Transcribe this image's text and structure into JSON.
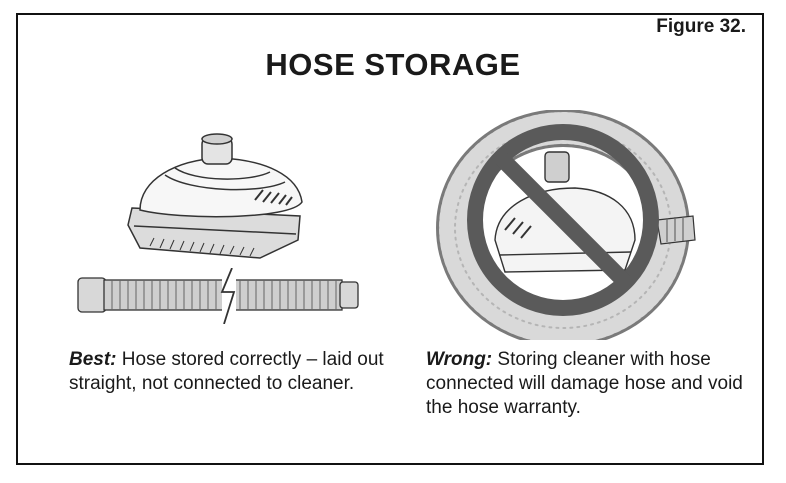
{
  "figure_label": "Figure 32.",
  "title": "HOSE STORAGE",
  "best": {
    "lead": "Best:",
    "text": "Hose stored correctly – laid out straight, not connected to cleaner."
  },
  "wrong": {
    "lead": "Wrong:",
    "text": "Storing cleaner with hose connected will damage hose and void the hose warranty."
  },
  "icons": {
    "prohibition": "prohibition-icon",
    "break": "break-symbol-icon"
  },
  "colors": {
    "prohibition_fill": "#5a5a5a",
    "hose_fill": "#cfcfcf",
    "outline": "#333333"
  }
}
